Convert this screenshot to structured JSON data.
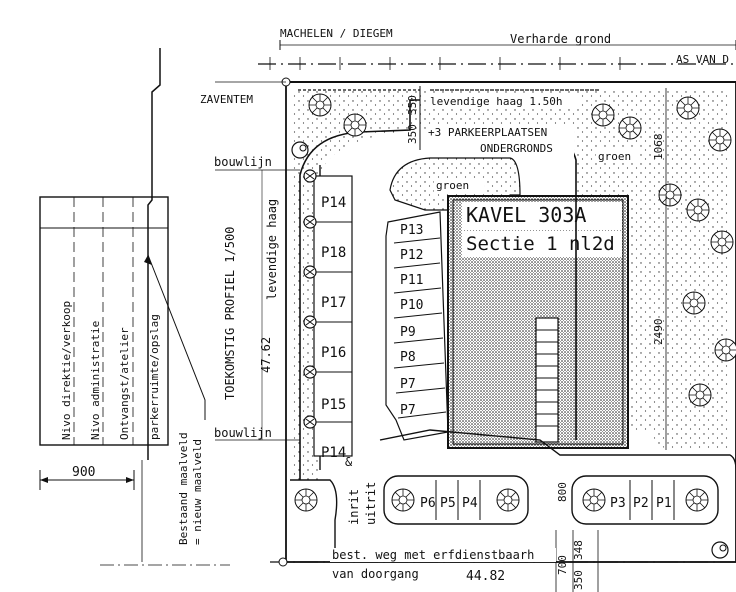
{
  "labels": {
    "machelen": "MACHELEN / DIEGEM",
    "verharde": "Verharde grond",
    "as_van": "AS VAN D",
    "zaventem": "ZAVENTEM",
    "bouwlijn_top": "bouwlijn",
    "bouwlijn_bottom": "bouwlijn",
    "levendige_haag_top": "levendige haag 1.50h",
    "levendige_haag_left": "levendige haag",
    "parkeer1": "+3 PARKEERPLAATSEN",
    "parkeer2": "ONDERGRONDS",
    "groen1": "groen",
    "groen2": "groen",
    "kavel": "KAVEL 303A",
    "sectie": "Sectie 1 nl2d",
    "dim_350a": "350",
    "dim_350b": "350",
    "dim_1068": "1068",
    "dim_2490": "2490",
    "dim_4762": "47.62",
    "dim_800": "800",
    "dim_700": "700",
    "dim_350c": "350",
    "dim_348": "348",
    "dim_4482": "44.82",
    "dim_900": "900",
    "toekomstig": "TOEKOMSTIG PROFIEL 1/500",
    "inrit1": "inrit",
    "inrit_amp": "&",
    "inrit2": "uitrit",
    "best1": "best. weg met erfdienstbaarh",
    "best2": "van doorgang",
    "bestaand1": "Bestaand maalveld",
    "bestaand2": "= nieuw maalveld",
    "nivo1": "Nivo direktie/verkoop",
    "nivo2": "Nivo administratie",
    "nivo3": "Ontvangst/atelier",
    "nivo4": "parkerruimte/opslag"
  },
  "parking_left": [
    "P14",
    "P18",
    "P17",
    "P16",
    "P15",
    "P14"
  ],
  "parking_diag": [
    "P13",
    "P12",
    "P11",
    "P10",
    "P9",
    "P8",
    "P7",
    "P7"
  ],
  "parking_bottom_left": [
    "P6",
    "P5",
    "P4"
  ],
  "parking_bottom_right": [
    "P3",
    "P2",
    "P1"
  ]
}
